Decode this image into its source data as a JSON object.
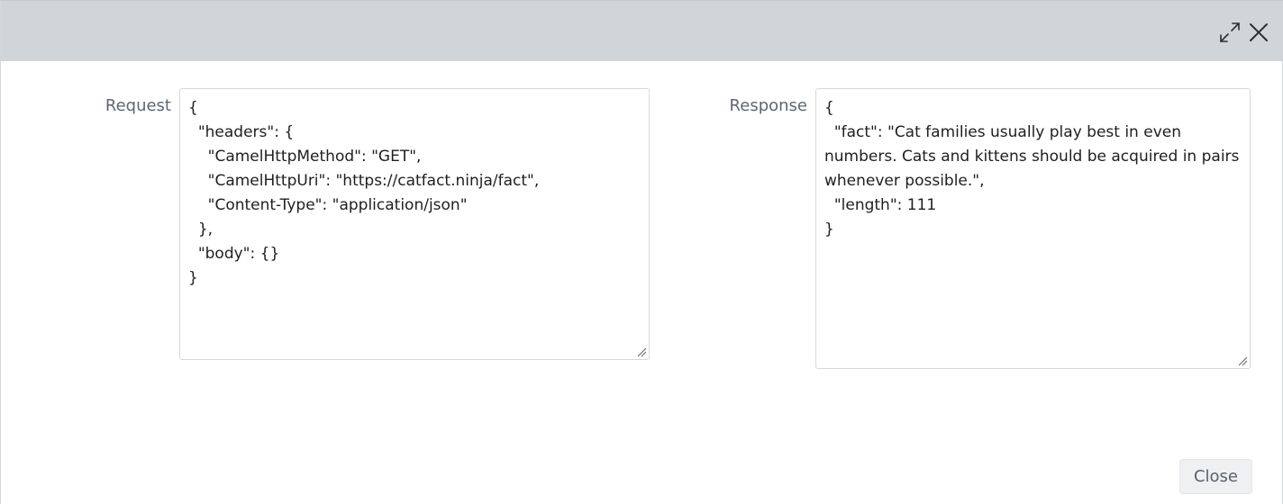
{
  "dialog": {
    "header": {
      "maximize_icon": "expand-arrows-icon",
      "close_icon": "close-x-icon"
    },
    "request": {
      "label": "Request",
      "value": "{\n  \"headers\": {\n    \"CamelHttpMethod\": \"GET\",\n    \"CamelHttpUri\": \"https://catfact.ninja/fact\",\n    \"Content-Type\": \"application/json\"\n  },\n  \"body\": {}\n}"
    },
    "response": {
      "label": "Response",
      "value": "{\n  \"fact\": \"Cat families usually play best in even numbers. Cats and kittens should be acquired in pairs whenever possible.\",\n  \"length\": 111\n}"
    },
    "footer": {
      "close_label": "Close"
    }
  },
  "colors": {
    "header_bg": "#d0d5da",
    "label_text": "#5f6670",
    "button_bg": "#eef0f2"
  }
}
